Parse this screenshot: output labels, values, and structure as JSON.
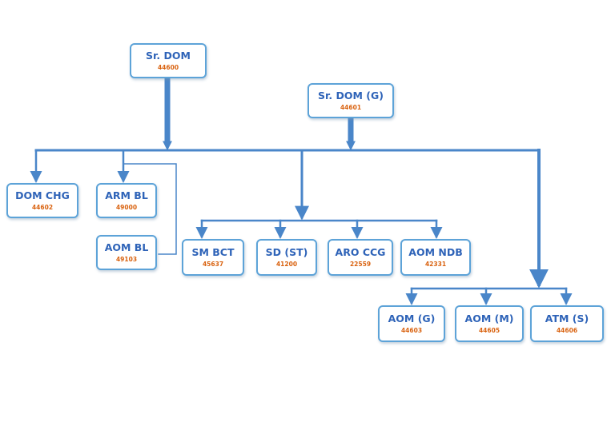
{
  "nodes": {
    "sr_dom": {
      "title": "Sr. DOM",
      "code": "44600"
    },
    "sr_dom_g": {
      "title": "Sr. DOM (G)",
      "code": "44601"
    },
    "dom_chg": {
      "title": "DOM CHG",
      "code": "44602"
    },
    "arm_bl": {
      "title": "ARM BL",
      "code": "49000"
    },
    "aom_bl": {
      "title": "AOM BL",
      "code": "49103"
    },
    "sm_bct": {
      "title": "SM BCT",
      "code": "45637"
    },
    "sd_st": {
      "title": "SD (ST)",
      "code": "41200"
    },
    "aro_ccg": {
      "title": "ARO CCG",
      "code": "22559"
    },
    "aom_ndb": {
      "title": "AOM NDB",
      "code": "42331"
    },
    "aom_g": {
      "title": "AOM (G)",
      "code": "44603"
    },
    "aom_m": {
      "title": "AOM (M)",
      "code": "44605"
    },
    "atm_s": {
      "title": "ATM (S)",
      "code": "44606"
    }
  },
  "colors": {
    "connector": "#4a86c9",
    "node_border": "#5da3d8",
    "title_text": "#2e63b8",
    "code_text": "#d9620f"
  }
}
